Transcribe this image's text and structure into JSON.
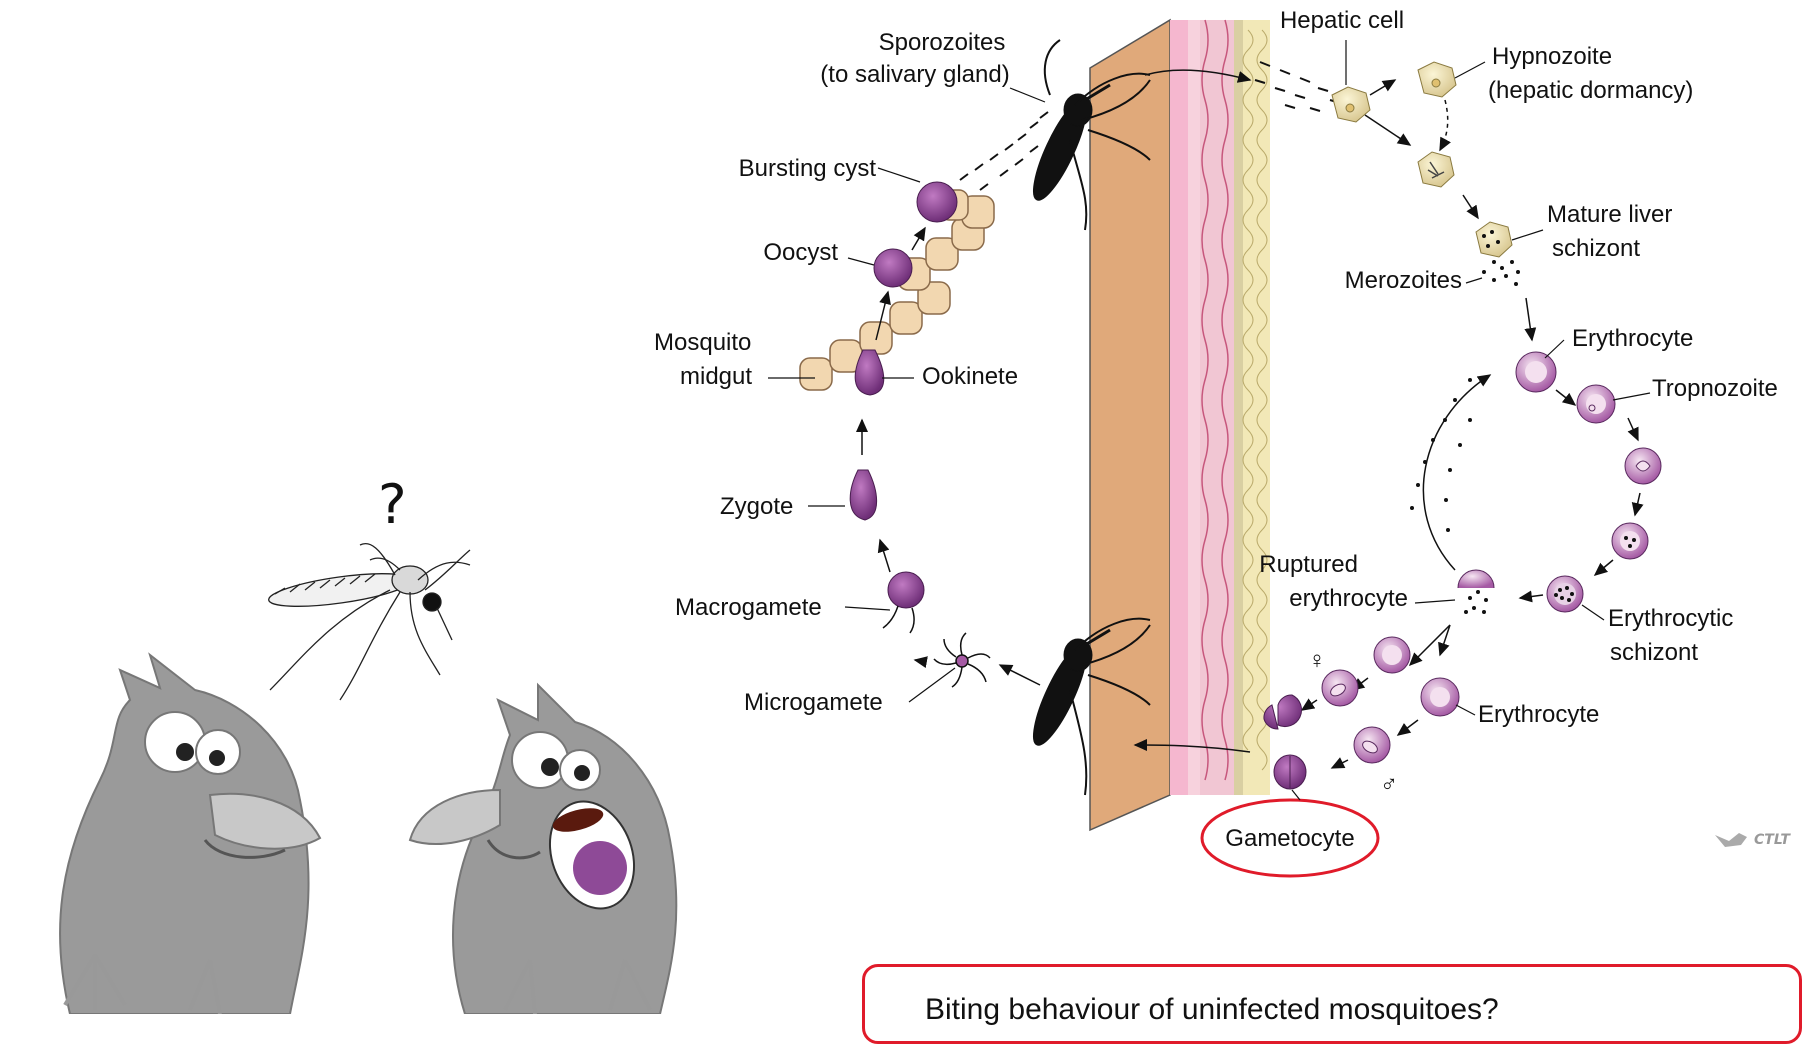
{
  "question_mark": "?",
  "labels": {
    "sporozoites": "Sporozoites",
    "sporozoites_note": "(to salivary gland)",
    "bursting_cyst": "Bursting cyst",
    "oocyst": "Oocyst",
    "mosquito_midgut_1": "Mosquito",
    "mosquito_midgut_2": "midgut",
    "ookinete": "Ookinete",
    "zygote": "Zygote",
    "macrogamete": "Macrogamete",
    "microgamete": "Microgamete",
    "hepatic_cell": "Hepatic cell",
    "hypnozoite": "Hypnozoite",
    "hypnozoite_note": "(hepatic dormancy)",
    "mature_liver_1": "Mature liver",
    "mature_liver_2": "schizont",
    "merozoites": "Merozoites",
    "erythrocyte_top": "Erythrocyte",
    "tropnozoite": "Tropnozoite",
    "ruptured_1": "Ruptured",
    "ruptured_2": "erythrocyte",
    "erythrocytic_1": "Erythrocytic",
    "erythrocytic_2": "schizont",
    "erythrocyte_bottom": "Erythrocyte",
    "female_symbol": "♀",
    "male_symbol": "♂",
    "gametocyte": "Gametocyte",
    "logo": "CTLT"
  },
  "banner": {
    "text": "Biting behaviour of uninfected mosquitoes?"
  },
  "colors": {
    "accent_red": "#e01b2a",
    "parasite_purple": "#8e4a97",
    "skin": "#f3c9a0",
    "bird_gray": "#9a9a9a"
  }
}
